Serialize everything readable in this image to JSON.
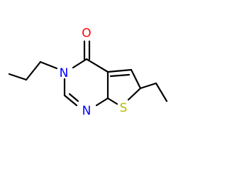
{
  "molecule": {
    "atoms": {
      "oxygen": "O",
      "n3": "N",
      "n1": "N",
      "sulfur": "S"
    }
  },
  "colors": {
    "oxygen": "#ff0000",
    "nitrogen": "#0000ff",
    "sulfur": "#b8b800",
    "bond": "#000000"
  }
}
